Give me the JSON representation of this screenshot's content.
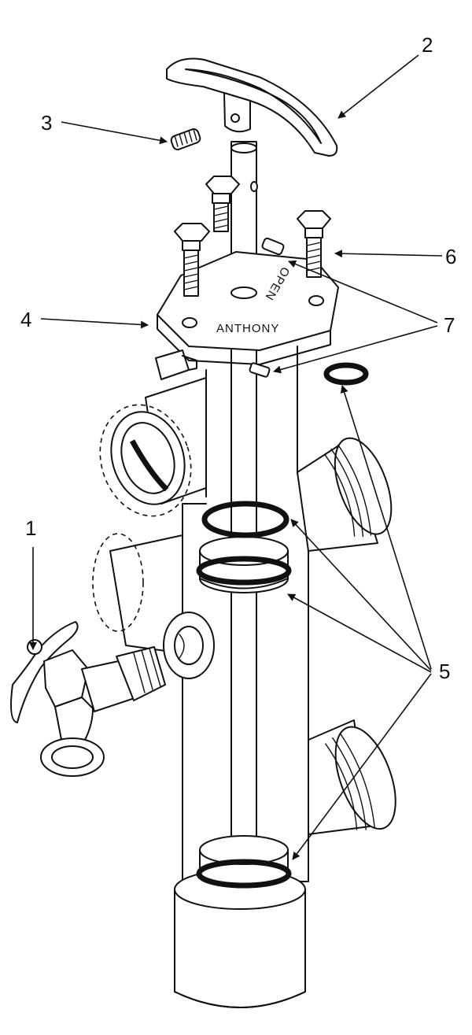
{
  "callouts": [
    {
      "label": "1"
    },
    {
      "label": "2"
    },
    {
      "label": "3"
    },
    {
      "label": "4"
    },
    {
      "label": "5"
    },
    {
      "label": "6"
    },
    {
      "label": "7"
    }
  ],
  "stamps": {
    "brand": "ANTHONY",
    "position": "OPEN"
  }
}
